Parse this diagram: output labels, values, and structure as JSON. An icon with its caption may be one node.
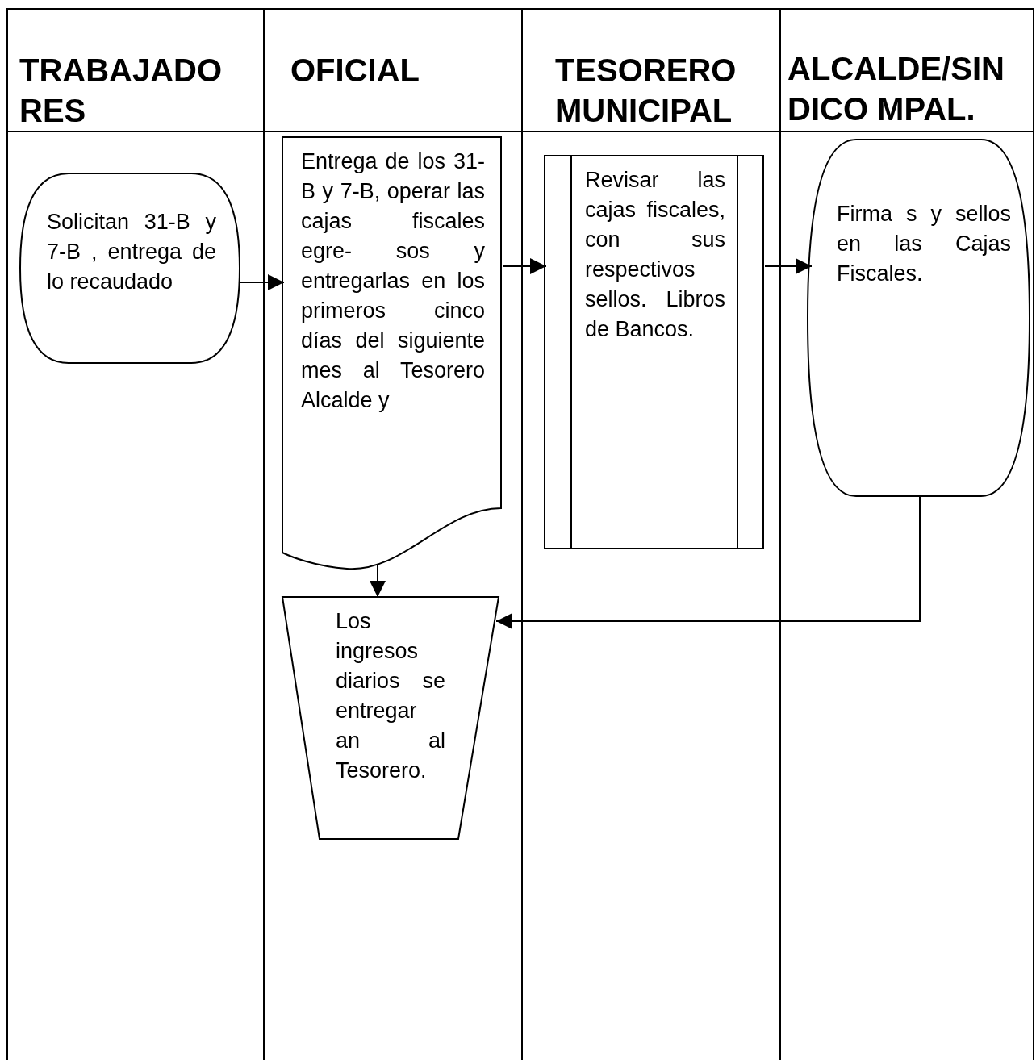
{
  "diagram": {
    "nodes": [
      {
        "text": [
          "TRABAJADO RES"
        ]
      },
      {
        "text": [
          "OFICIAL"
        ]
      },
      {
        "text": [
          "TESORERO MUNICIPAL"
        ]
      },
      {
        "text": [
          "ALCALDE/SIN DICO MPAL."
        ]
      },
      {
        "text": [
          "Solicitan 31-B y 7-B , entrega de lo recaudado"
        ],
        "in": 0
      },
      {
        "text": [
          "Entrega de los 31-B y 7-B, operar las cajas fiscales egre- sos y entregarlas en los primeros cinco días del siguiente mes al Tesorero Alcalde y"
        ],
        "in": 1
      },
      {
        "text": [
          "Revisar las cajas fiscales, con sus respectivos sellos. Libros de Bancos."
        ],
        "in": 2
      },
      {
        "text": [
          "Firma s y sellos en las Cajas Fiscales."
        ],
        "in": 3
      },
      {
        "text": [
          "Los ingresos diarios se entregar an al Tesorero."
        ],
        "in": 1
      }
    ],
    "edges": [
      {
        "from": 4,
        "to": 5,
        "arrow": "to"
      },
      {
        "from": 5,
        "to": 6,
        "arrow": "to"
      },
      {
        "from": 6,
        "to": 7,
        "arrow": "to"
      },
      {
        "from": 5,
        "to": 8,
        "arrow": "to"
      },
      {
        "from": 7,
        "to": 8,
        "arrow": "to"
      }
    ]
  }
}
